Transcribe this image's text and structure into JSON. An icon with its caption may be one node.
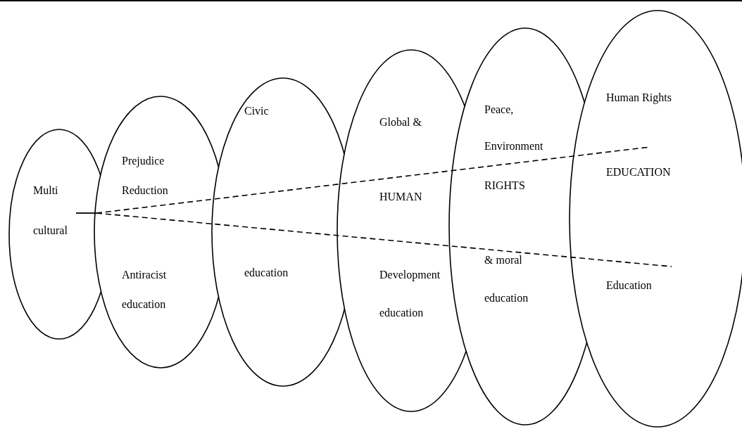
{
  "diagram": {
    "nodes": [
      {
        "text": [
          "Multi cultural"
        ]
      },
      {
        "text": [
          "Prejudice Reduction",
          "Antiracist education"
        ]
      },
      {
        "text": [
          "Civic",
          "education"
        ]
      },
      {
        "text": [
          "Global &",
          "HUMAN",
          "Development education"
        ]
      },
      {
        "text": [
          "Peace, Environment",
          "RIGHTS",
          "& moral education"
        ]
      },
      {
        "text": [
          "Human Rights",
          "EDUCATION",
          "Education"
        ]
      }
    ]
  }
}
